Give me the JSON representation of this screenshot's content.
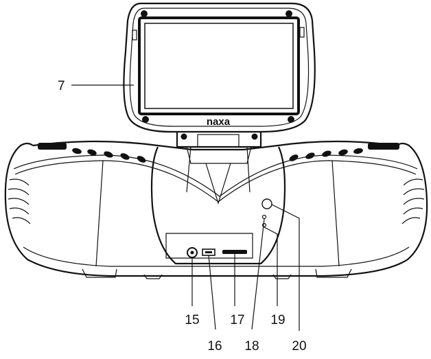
{
  "brand": "naxa",
  "callouts": {
    "c7": "7",
    "c15": "15",
    "c16": "16",
    "c17": "17",
    "c18": "18",
    "c19": "19",
    "c20": "20"
  }
}
